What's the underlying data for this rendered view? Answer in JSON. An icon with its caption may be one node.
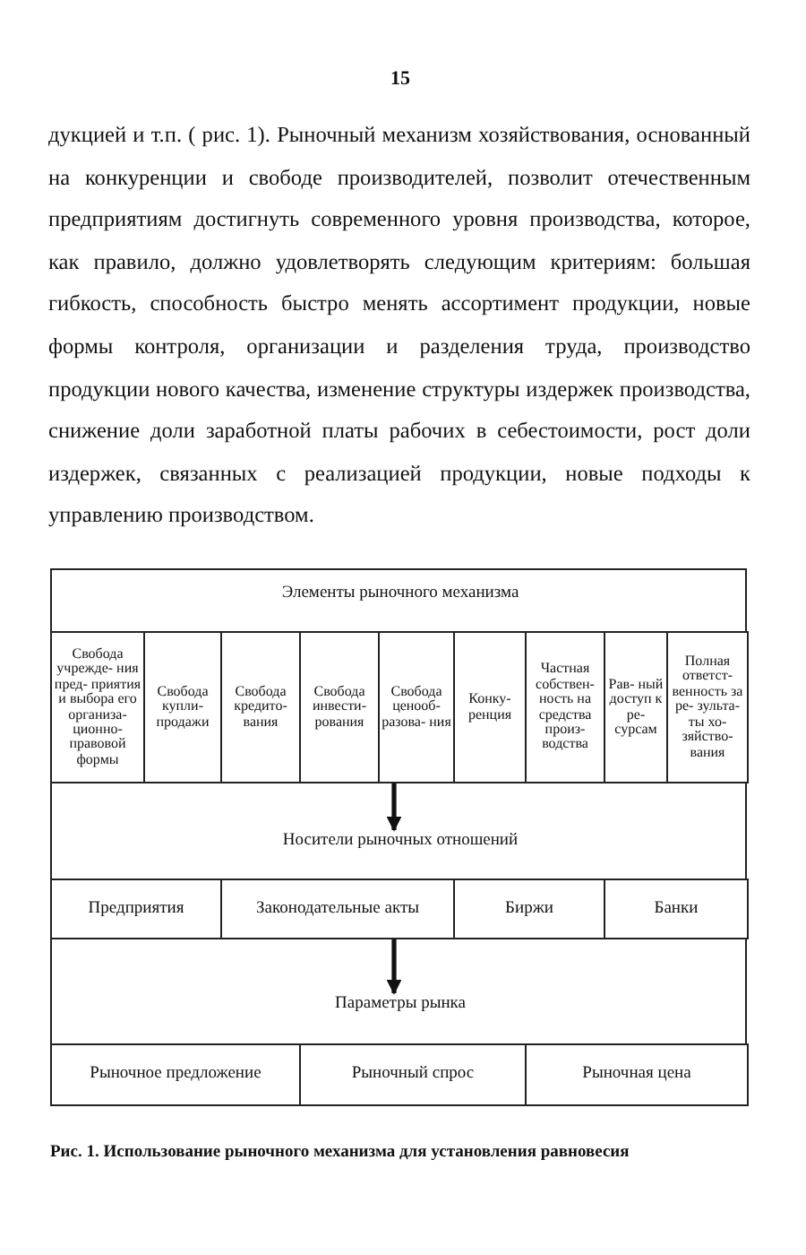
{
  "diagram": {
    "caption": "Рис. 1. Использование рыночного механизма для установления равновесия",
    "nodes": [
      {
        "text": [
          "Элементы рыночного механизма"
        ]
      },
      {
        "text": [
          "Свобода учрежде- ния пред- приятия и выбора его организа- ционно- правовой формы"
        ]
      },
      {
        "text": [
          "Свобода купли- продажи"
        ]
      },
      {
        "text": [
          "Свобода кредито- вания"
        ]
      },
      {
        "text": [
          "Свобода инвести- рования"
        ]
      },
      {
        "text": [
          "Свобода ценооб- разова- ния"
        ]
      },
      {
        "text": [
          "Конку- ренция"
        ]
      },
      {
        "text": [
          "Частная собствен- ность на средства произ- водства"
        ]
      },
      {
        "text": [
          "Рав- ный доступ к ре- сурсам"
        ]
      },
      {
        "text": [
          "Полная ответст- венность за ре- зульта- ты хо- зяйство- вания"
        ]
      },
      {
        "text": [
          "Носители рыночных отношений"
        ]
      },
      {
        "text": [
          "Предприятия"
        ]
      },
      {
        "text": [
          "Законодательные акты"
        ]
      },
      {
        "text": [
          "Биржи"
        ]
      },
      {
        "text": [
          "Банки"
        ]
      },
      {
        "text": [
          "Параметры рынка"
        ]
      },
      {
        "text": [
          "Рыночное предложение"
        ]
      },
      {
        "text": [
          "Рыночный спрос"
        ]
      },
      {
        "text": [
          "Рыночная цена"
        ]
      }
    ],
    "edges": [
      {
        "from": 5,
        "to": 10,
        "arrow": "to"
      },
      {
        "from": 12,
        "to": 15,
        "arrow": "to"
      }
    ],
    "labels": [
      "15",
      "дукцией и т.п. ( рис. 1). Рыночный механизм хозяйствования, основанный на конкуренции и свободе производителей, позволит отечественным предприятиям достигнуть современного уровня производства, которое, как правило, должно удовлетворять следующим критериям: большая гибкость, способность быстро менять ассортимент продукции, новые формы контроля, организации и разделения труда, производство продукции нового качества, изменение структуры издержек производства, снижение доли заработной платы рабочих в себестоимости, рост доли издержек, связанных с реализацией продукции, новые подходы к управлению производством."
    ]
  }
}
